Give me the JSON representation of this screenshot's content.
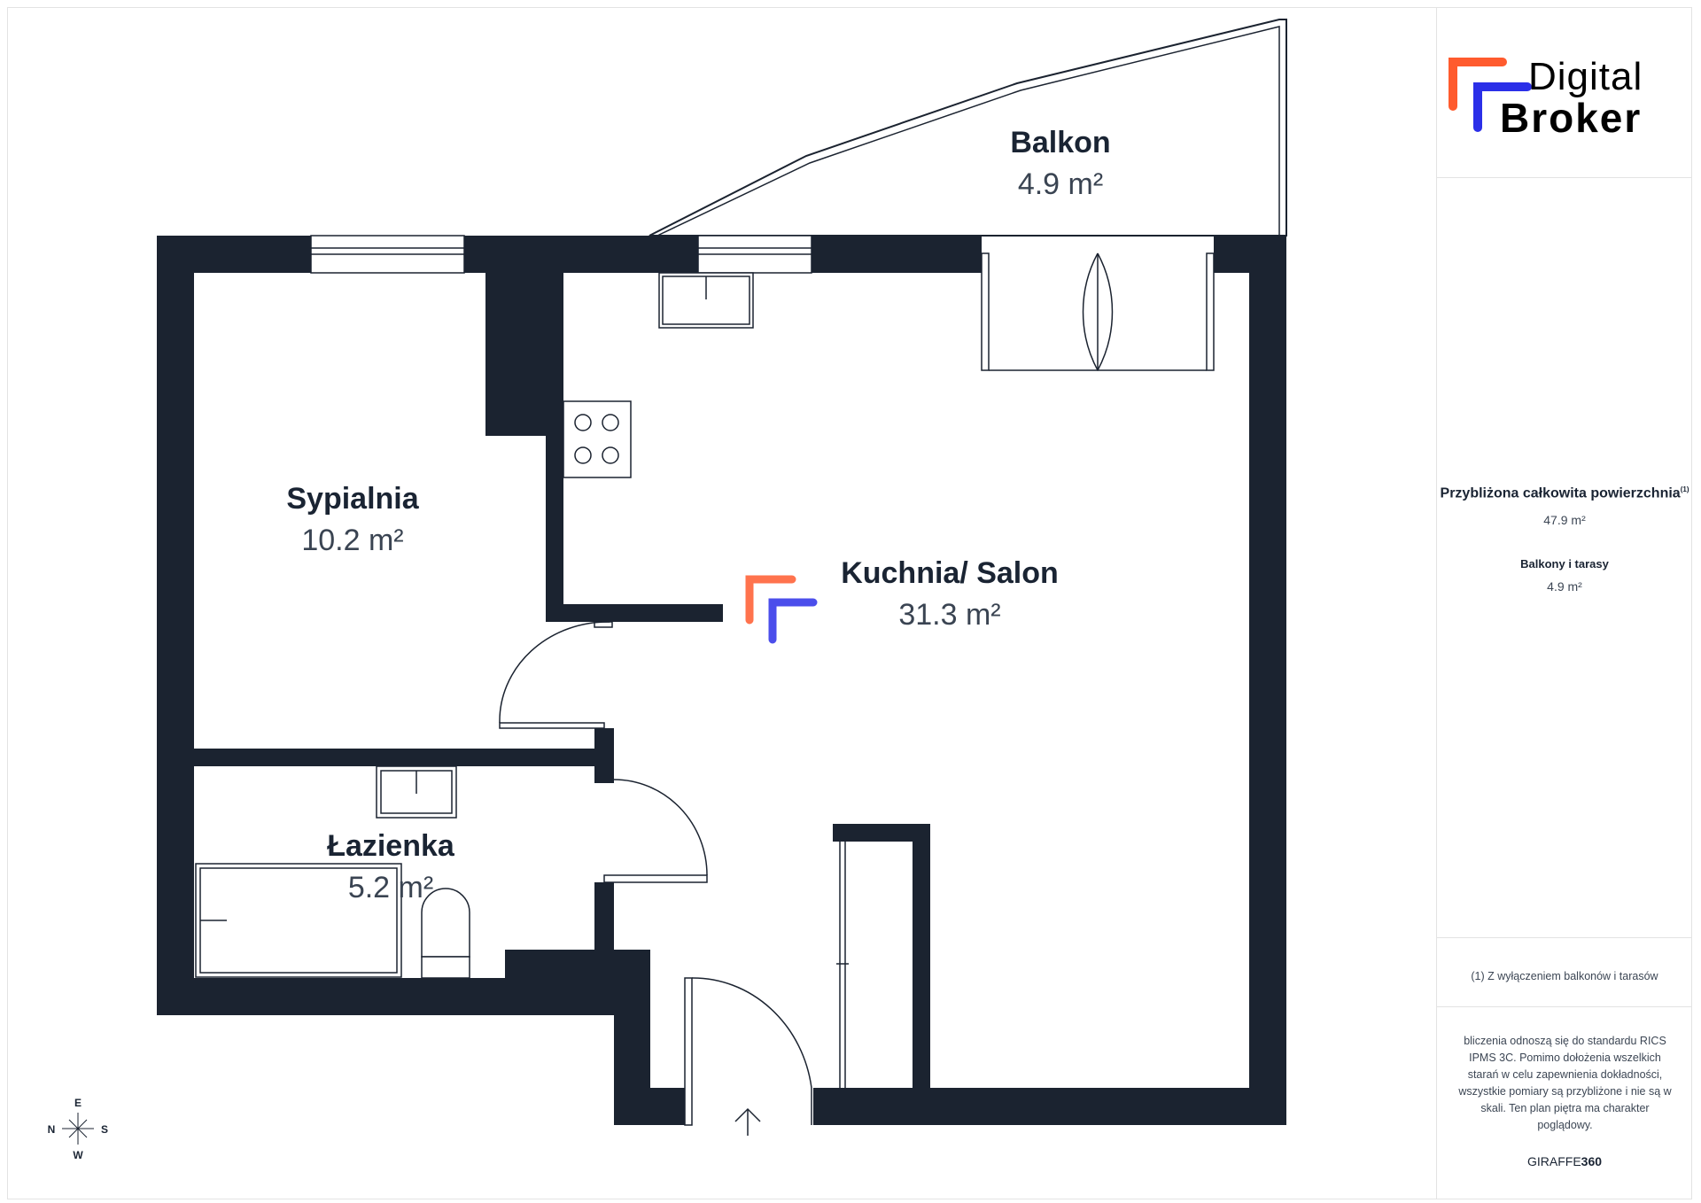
{
  "brand": {
    "line1": "Digital",
    "line2": "Broker",
    "colors": {
      "orange": "#ff5b2e",
      "blue": "#2b2fe8",
      "wall": "#1b2330"
    }
  },
  "rooms": {
    "balkon": {
      "name": "Balkon",
      "area": "4.9 m²"
    },
    "sypialnia": {
      "name": "Sypialnia",
      "area": "10.2 m²"
    },
    "kuchnia": {
      "name": "Kuchnia/ Salon",
      "area": "31.3 m²"
    },
    "lazienka": {
      "name": "Łazienka",
      "area": "5.2 m²"
    }
  },
  "compass": {
    "n": "N",
    "e": "E",
    "s": "S",
    "w": "W"
  },
  "summary": {
    "total_label": "Przybliżona całkowita powierzchnia",
    "total_note": "(1)",
    "total_value": "47.9 m²",
    "balcony_label": "Balkony i tarasy",
    "balcony_value": "4.9 m²"
  },
  "footnote": "(1) Z wyłączeniem balkonów i tarasów",
  "disclaimer": "bliczenia odnoszą się do standardu RICS IPMS 3C. Pomimo dołożenia wszelkich starań w celu zapewnienia dokładności, wszystkie pomiary są przybliżone i nie są w skali. Ten plan piętra ma charakter poglądowy.",
  "giraffe": {
    "part1": "GIRAFFE",
    "part2": "360"
  }
}
